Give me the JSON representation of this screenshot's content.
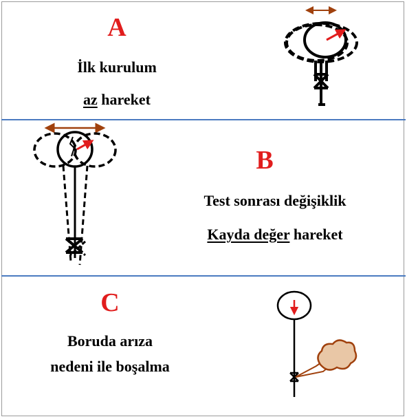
{
  "panels": [
    {
      "letter": "A",
      "line1": "İlk kurulum",
      "line2_underlined": "az",
      "line2_rest": " hareket"
    },
    {
      "letter": "B",
      "line1": "Test sonrası değişiklik",
      "line2_underlined": "Kayda değer",
      "line2_rest": " hareket"
    },
    {
      "letter": "C",
      "line1": "Boruda arıza",
      "line2": "nedeni ile boşalma"
    }
  ],
  "colors": {
    "letter": "#e11d1d",
    "arrow_brown": "#a0410d",
    "needle_red": "#e11d1d",
    "divider_blue": "#4a7ac0",
    "leak_fill": "#e9c7a6",
    "leak_stroke": "#a0410d"
  }
}
